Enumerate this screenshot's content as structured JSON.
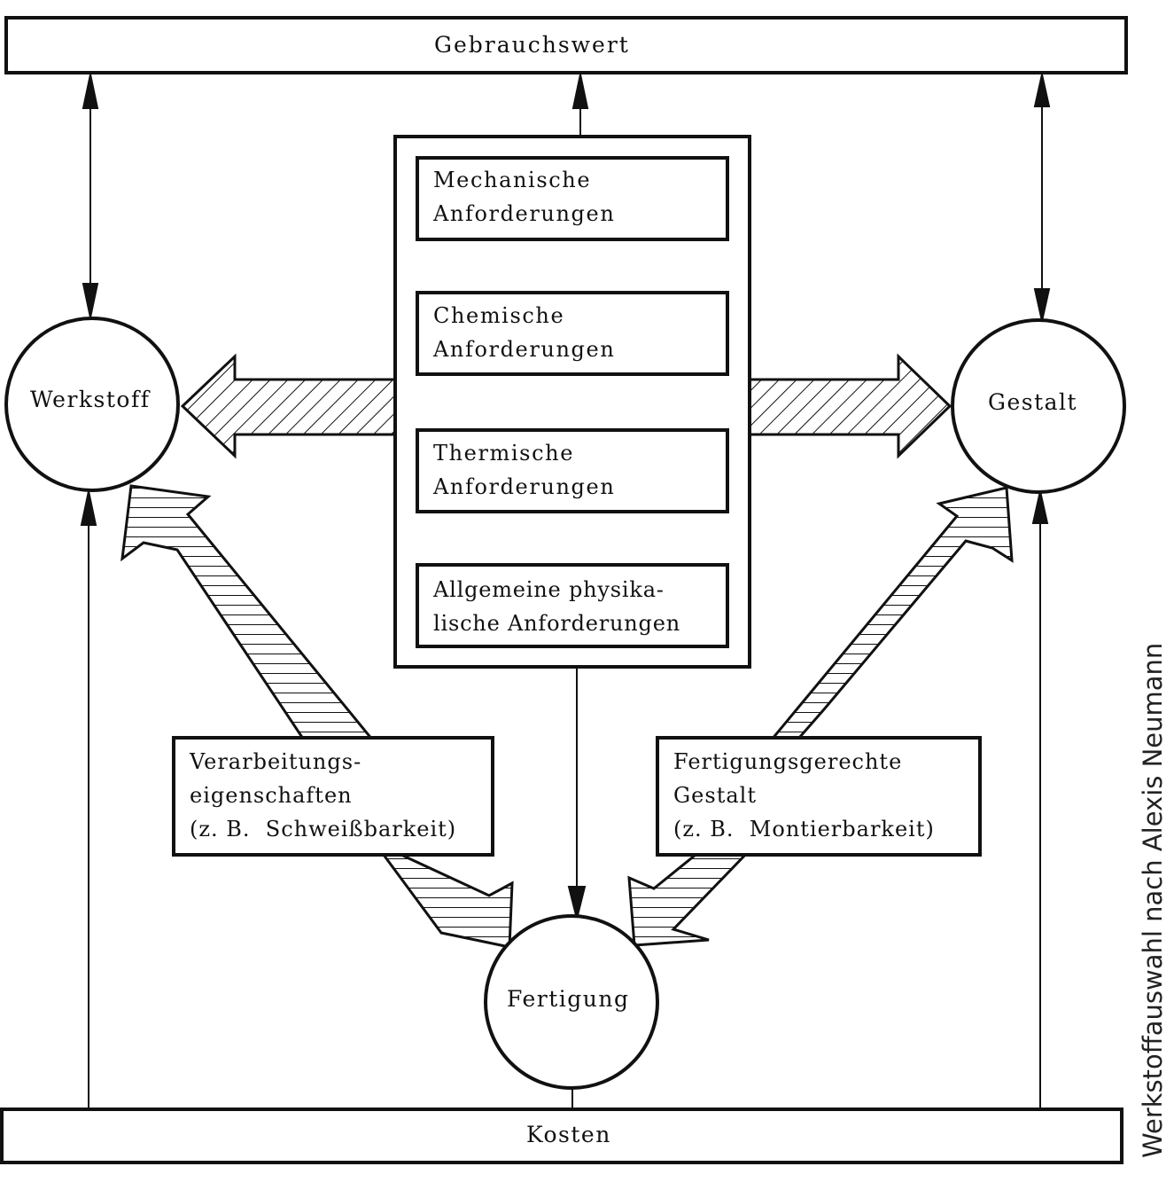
{
  "top_bar": {
    "label": "Gebrauchswert"
  },
  "bottom_bar": {
    "label": "Kosten"
  },
  "nodes": {
    "werkstoff": "Werkstoff",
    "gestalt": "Gestalt",
    "fertigung": "Fertigung"
  },
  "requirements": [
    {
      "line1": "Mechanische",
      "line2": "Anforderungen"
    },
    {
      "line1": "Chemische",
      "line2": "Anforderungen"
    },
    {
      "line1": "Thermische",
      "line2": "Anforderungen"
    },
    {
      "line1": "Allgemeine physika-",
      "line2": "lische Anforderungen"
    }
  ],
  "left_box": {
    "line1": "Verarbeitungs-",
    "line2": "eigenschaften",
    "line3": "(z. B.  Schweißbarkeit)"
  },
  "right_box": {
    "line1": "Fertigungsgerechte",
    "line2": "Gestalt",
    "line3": "(z. B.  Montierbarkeit)"
  },
  "caption": "Werkstoffauswahl nach Alexis Neumann",
  "colors": {
    "ink": "#111111",
    "background": "#ffffff"
  }
}
